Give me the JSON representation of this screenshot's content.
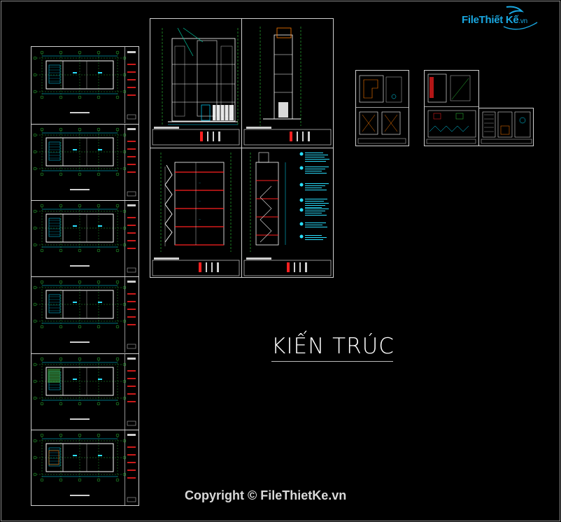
{
  "watermark": {
    "logo_text": "FileThiết Kế",
    "logo_suffix": ".vn",
    "brand_color": "#19a7e0"
  },
  "title": "KIẾN TRÚC",
  "copyright": "Copyright © FileThietKe.vn",
  "colors": {
    "background": "#000000",
    "frame": "#d0d0d0",
    "wall": "#ffffff",
    "dimension": "#00e0ff",
    "grid_axis": "#2ec93a",
    "accent": "#ff2020",
    "text_cyan": "#2ae0ff"
  },
  "sheets": {
    "floor_plans": [
      "floor-plan-1",
      "floor-plan-2",
      "floor-plan-3",
      "floor-plan-4",
      "floor-plan-5",
      "floor-plan-6"
    ],
    "elevations": [
      "elevation-front",
      "elevation-side"
    ],
    "sections": [
      "section-a",
      "section-b"
    ],
    "details": [
      "detail-sheet-1",
      "detail-sheet-2",
      "detail-sheet-3"
    ]
  }
}
